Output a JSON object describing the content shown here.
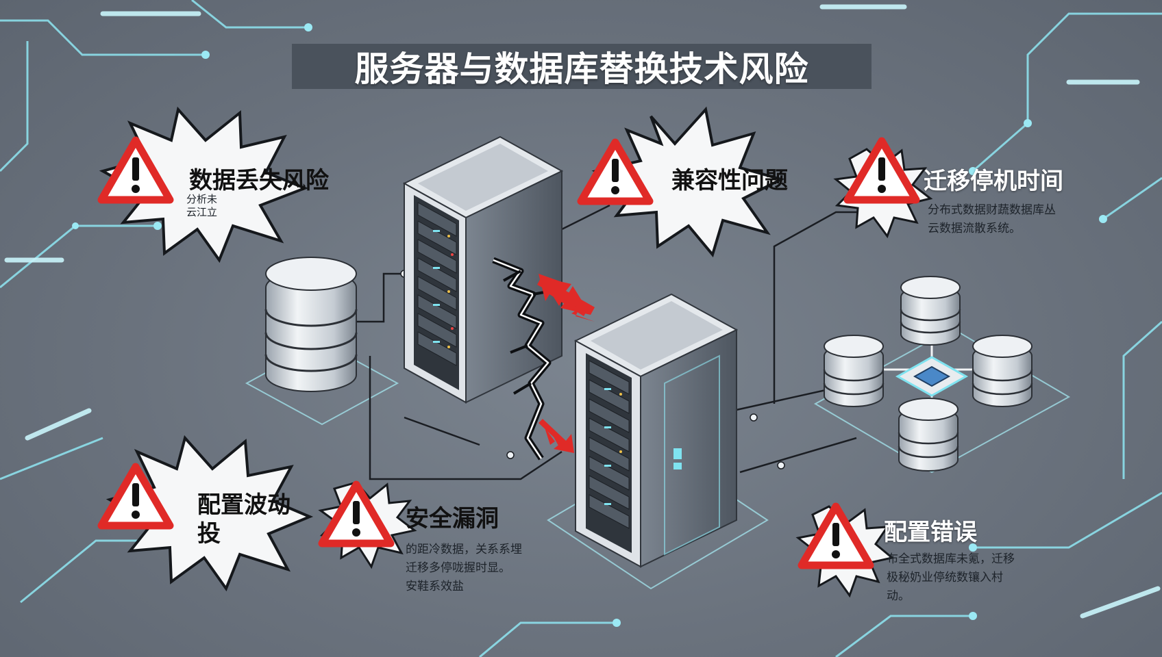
{
  "title": "服务器与数据库替换技术风险",
  "risks": [
    {
      "label": "数据丢失风险",
      "desc": [
        "分析未",
        "云江立"
      ]
    },
    {
      "label": "兼容性问题",
      "desc": []
    },
    {
      "label": "迁移停机时间",
      "desc": [
        "分布式数据财蔬数据库丛",
        "云数据流散系统。"
      ]
    },
    {
      "label": "配置波动",
      "desc": [
        "投"
      ]
    },
    {
      "label": "安全漏洞",
      "desc": [
        "的距冷数据，关系系埋",
        "迁移多停咙握时显。",
        "安鞋系效盐"
      ]
    },
    {
      "label": "配置错误",
      "desc": [
        "布全式数据库未氪，迁移",
        "极秘奶业停统数镶入村",
        "动。"
      ]
    }
  ],
  "icons": {
    "warning": "warning-triangle-icon",
    "server": "server-rack-icon",
    "database": "database-cylinder-icon",
    "hub": "network-hub-icon"
  },
  "colors": {
    "background": "#6b7480",
    "accent_red": "#e02a27",
    "accent_cyan": "#7fe3f0",
    "title_bg": "#4a525c"
  }
}
